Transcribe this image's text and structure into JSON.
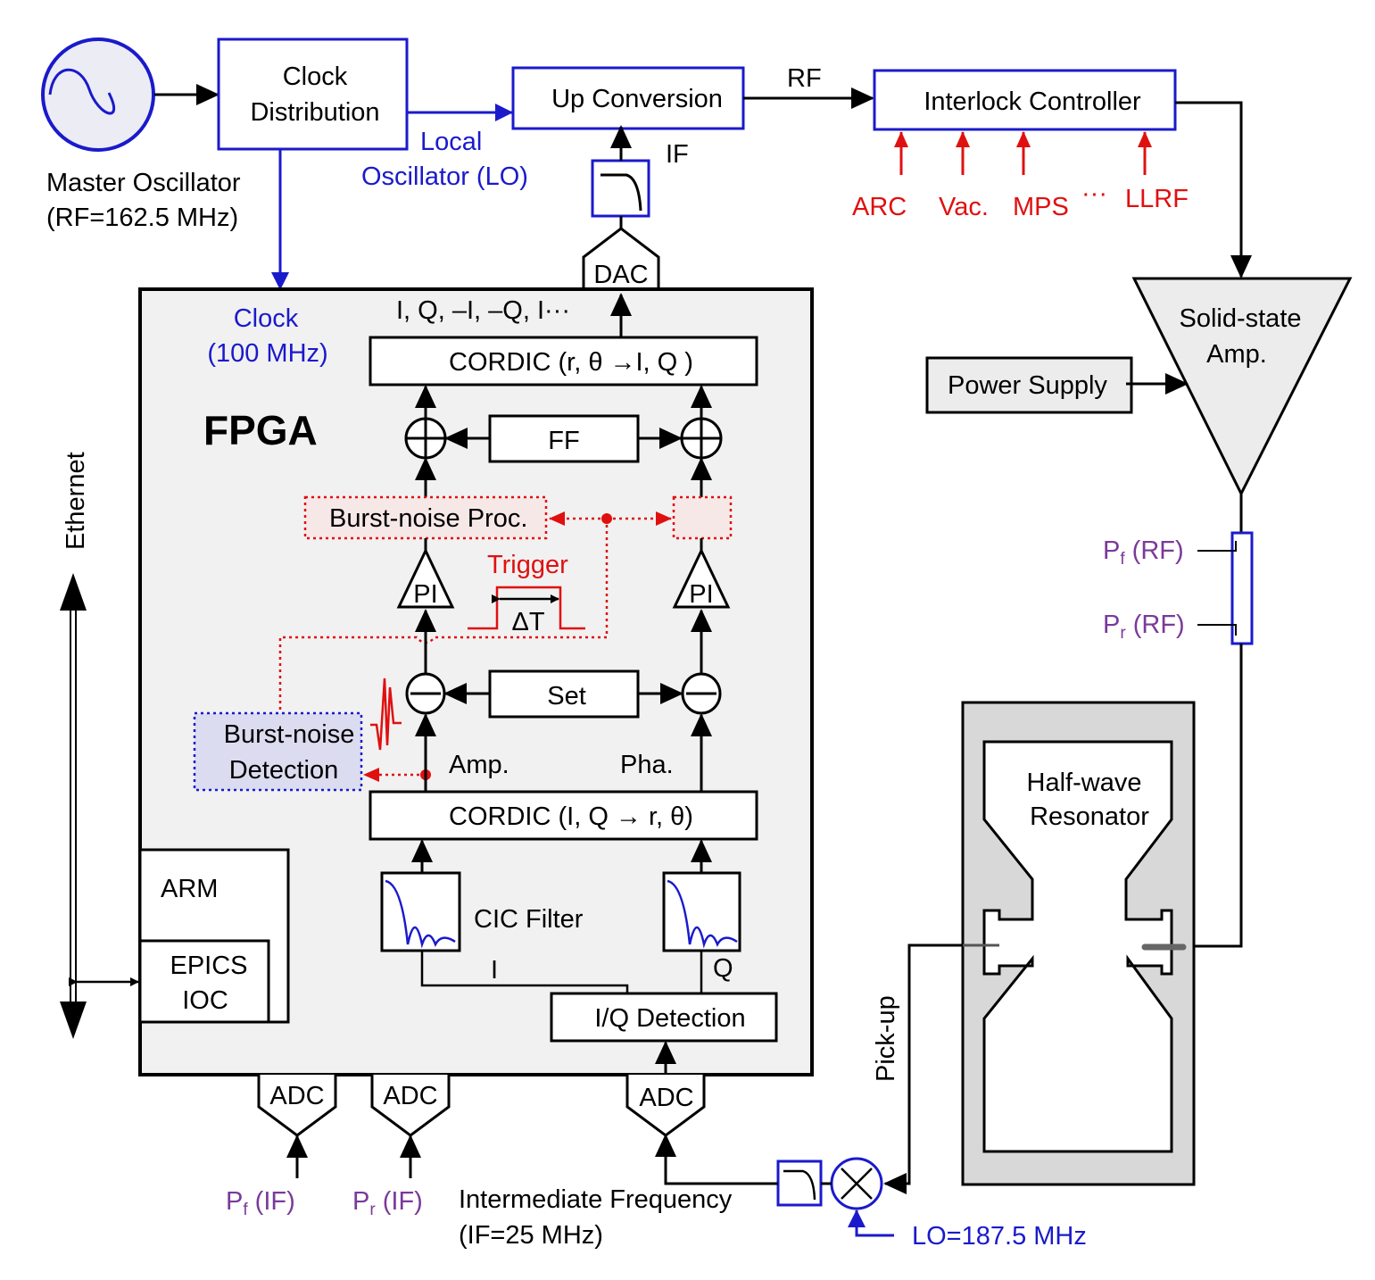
{
  "diagram": {
    "master_oscillator": {
      "label_line1": "Master Oscillator",
      "label_line2": "(RF=162.5 MHz)"
    },
    "clock_distribution": {
      "line1": "Clock",
      "line2": "Distribution"
    },
    "local_oscillator": {
      "line1": "Local",
      "line2": "Oscillator (LO)"
    },
    "up_conversion": "Up Conversion",
    "rf_label": "RF",
    "if_label": "IF",
    "interlock_controller": "Interlock Controller",
    "interlock_inputs": [
      "ARC",
      "Vac.",
      "MPS",
      "LLRF"
    ],
    "interlock_ellipsis": "···",
    "dac": "DAC",
    "fpga": {
      "title": "FPGA",
      "clock_line1": "Clock",
      "clock_line2": "(100 MHz)",
      "output_sequence": "I, Q, –I, –Q, I···",
      "cordic_out": "CORDIC (r, θ →I, Q )",
      "ff": "FF",
      "burst_noise_proc": "Burst-noise Proc.",
      "trigger": "Trigger",
      "delta_t": "ΔT",
      "pi_left": "PI",
      "pi_right": "PI",
      "set": "Set",
      "burst_noise_detection_line1": "Burst-noise",
      "burst_noise_detection_line2": "Detection",
      "amp": "Amp.",
      "pha": "Pha.",
      "cordic_in": "CORDIC (I, Q → r, θ)",
      "cic_filter": "CIC Filter",
      "i_label": "I",
      "q_label": "Q",
      "iq_detection": "I/Q Detection",
      "arm": "ARM",
      "epics_line1": "EPICS",
      "epics_line2": "IOC"
    },
    "ethernet": "Ethernet",
    "adcs": [
      "ADC",
      "ADC",
      "ADC"
    ],
    "pf_if": {
      "p": "P",
      "sub": "f",
      "rest": " (IF)"
    },
    "pr_if": {
      "p": "P",
      "sub": "r",
      "rest": " (IF)"
    },
    "intermediate_frequency_line1": "Intermediate Frequency",
    "intermediate_frequency_line2": "(IF=25 MHz)",
    "lo_187": "LO=187.5 MHz",
    "pick_up": "Pick-up",
    "power_supply": "Power Supply",
    "ssa": {
      "line1": "Solid-state",
      "line2": "Amp."
    },
    "pf_rf": {
      "p": "P",
      "sub": "f",
      "rest": " (RF)"
    },
    "pr_rf": {
      "p": "P",
      "sub": "r",
      "rest": " (RF)"
    },
    "resonator": {
      "line1": "Half-wave",
      "line2": "Resonator"
    }
  },
  "colors": {
    "blue": "#1a1acc",
    "red": "#e01010",
    "purple": "#7a3a9a",
    "fpga_bg": "#f1f1f1"
  }
}
